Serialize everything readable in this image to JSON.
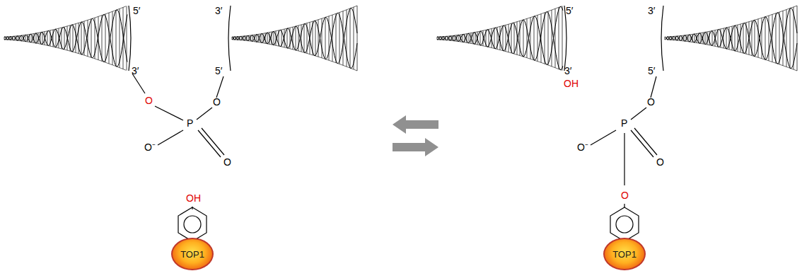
{
  "diagram": {
    "nodes": [
      {
        "text": [
          "TOP1"
        ]
      },
      {
        "text": [
          "TOP1"
        ]
      }
    ],
    "labels": [
      "5′",
      "3′",
      "3′",
      "5′",
      "O",
      "O",
      "P",
      "O⁻",
      "O",
      "OH",
      "5′",
      "3′",
      "3′",
      "5′",
      "OH",
      "O",
      "P",
      "O⁻",
      "O",
      "O"
    ]
  }
}
